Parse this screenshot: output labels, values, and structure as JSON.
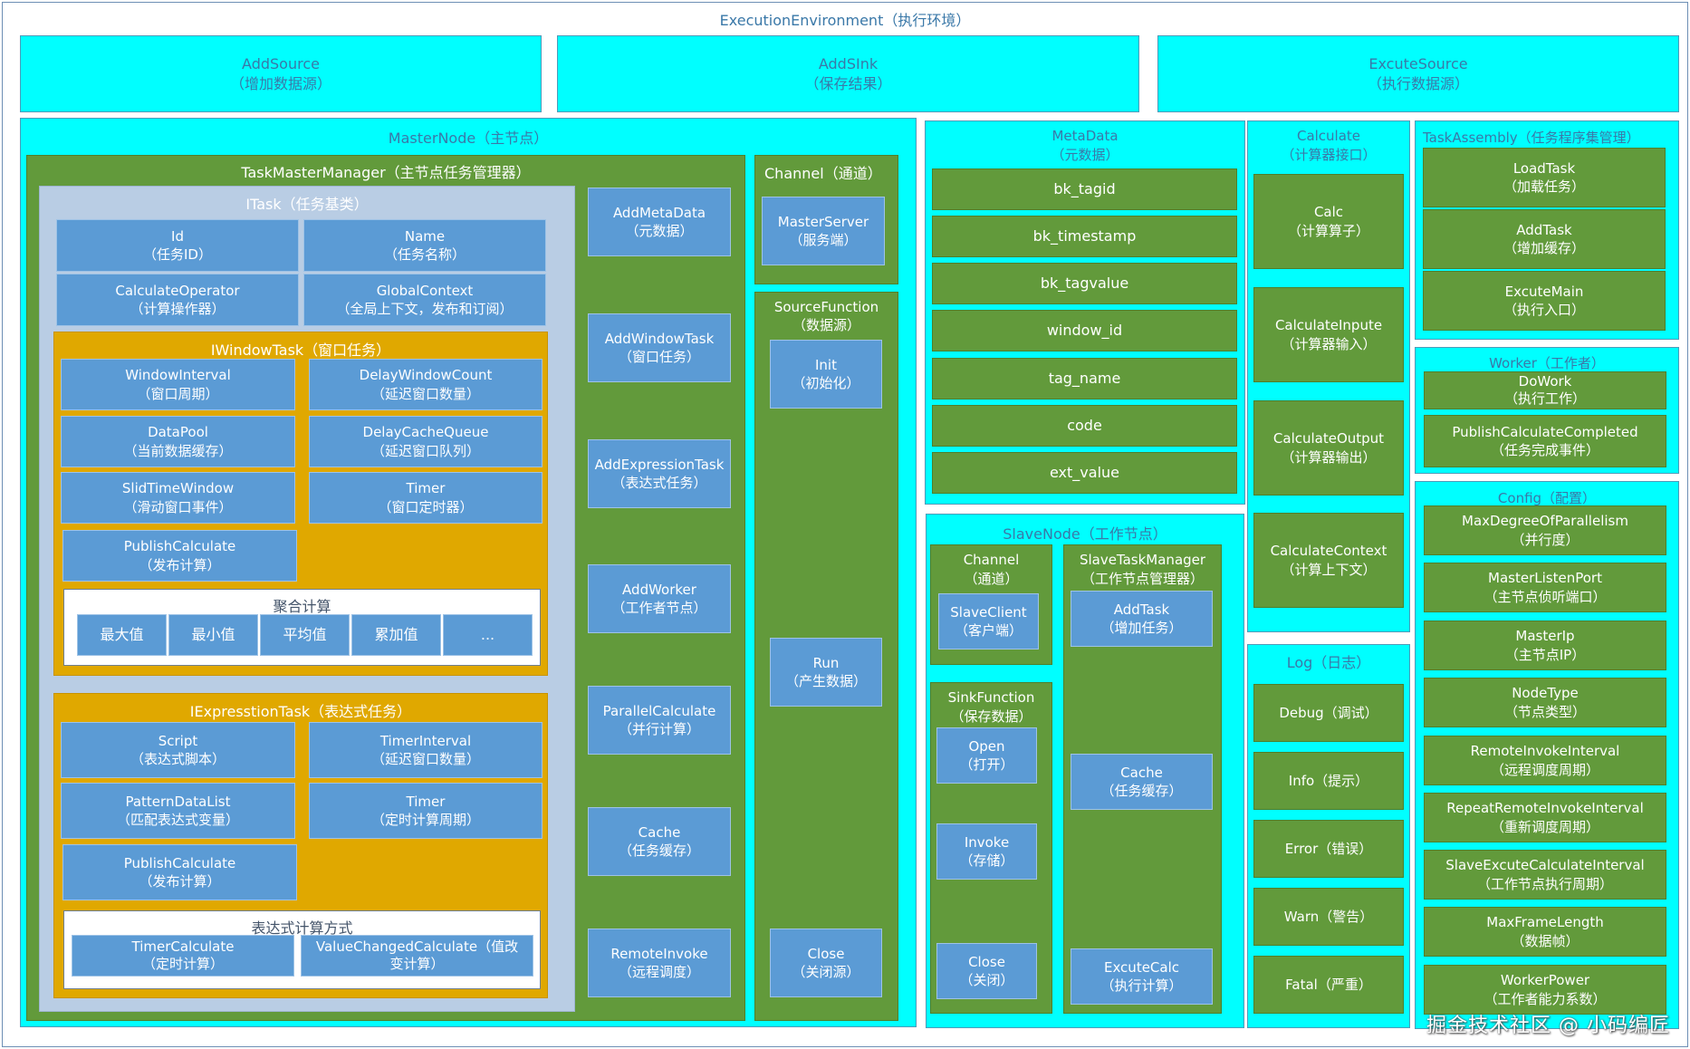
{
  "env_title": "ExecutionEnvironment（执行环境）",
  "top": {
    "add_source": {
      "name": "AddSource",
      "desc": "（增加数据源）"
    },
    "add_sink": {
      "name": "AddSInk",
      "desc": "（保存结果）"
    },
    "excute_source": {
      "name": "ExcuteSource",
      "desc": "（执行数据源）"
    }
  },
  "master": {
    "title": "MasterNode（主节点）",
    "manager_title": "TaskMasterManager（主节点任务管理器）",
    "itask": {
      "title": "ITask（任务基类）",
      "fields": [
        {
          "name": "Id",
          "desc": "（任务ID）"
        },
        {
          "name": "Name",
          "desc": "（任务名称）"
        },
        {
          "name": "CalculateOperator",
          "desc": "（计算操作器）"
        },
        {
          "name": "GlobalContext",
          "desc": "（全局上下文，发布和订阅）"
        }
      ]
    },
    "window_task": {
      "title": "IWindowTask（窗口任务）",
      "fields": [
        {
          "name": "WindowInterval",
          "desc": "（窗口周期）"
        },
        {
          "name": "DelayWindowCount",
          "desc": "（延迟窗口数量）"
        },
        {
          "name": "DataPool",
          "desc": "（当前数据缓存）"
        },
        {
          "name": "DelayCacheQueue",
          "desc": "（延迟窗口队列）"
        },
        {
          "name": "SlidTimeWindow",
          "desc": "（滑动窗口事件）"
        },
        {
          "name": "Timer",
          "desc": "（窗口定时器）"
        },
        {
          "name": "PublishCalculate",
          "desc": "（发布计算）"
        }
      ],
      "agg_title": "聚合计算",
      "agg_items": [
        "最大值",
        "最小值",
        "平均值",
        "累加值",
        "..."
      ]
    },
    "expr_task": {
      "title": "IExpresstionTask（表达式任务）",
      "fields": [
        {
          "name": "Script",
          "desc": "（表达式脚本）"
        },
        {
          "name": "TimerInterval",
          "desc": "（延迟窗口数量）"
        },
        {
          "name": "PatternDataList",
          "desc": "（匹配表达式变量）"
        },
        {
          "name": "Timer",
          "desc": "（定时计算周期）"
        },
        {
          "name": "PublishCalculate",
          "desc": "（发布计算）"
        }
      ],
      "mode_title": "表达式计算方式",
      "modes": [
        {
          "name": "TimerCalculate",
          "desc": "（定时计算）"
        },
        {
          "name": "ValueChangedCalculate（值改",
          "desc": "变计算）"
        }
      ]
    },
    "methods": [
      {
        "name": "AddMetaData",
        "desc": "（元数据）"
      },
      {
        "name": "AddWindowTask",
        "desc": "（窗口任务）"
      },
      {
        "name": "AddExpressionTask",
        "desc": "（表达式任务）"
      },
      {
        "name": "AddWorker",
        "desc": "（工作者节点）"
      },
      {
        "name": "ParallelCalculate",
        "desc": "（并行计算）"
      },
      {
        "name": "Cache",
        "desc": "（任务缓存）"
      },
      {
        "name": "RemoteInvoke",
        "desc": "（远程调度）"
      }
    ],
    "channel": {
      "title": "Channel（通道）",
      "server": {
        "name": "MasterServer",
        "desc": "（服务端）"
      }
    },
    "source_function": {
      "title": "SourceFunction",
      "subtitle": "（数据源）",
      "methods": [
        {
          "name": "Init",
          "desc": "（初始化）"
        },
        {
          "name": "Run",
          "desc": "（产生数据）"
        },
        {
          "name": "Close",
          "desc": "（关闭源）"
        }
      ]
    }
  },
  "metadata": {
    "title": "MetaData",
    "subtitle": "（元数据）",
    "fields": [
      "bk_tagid",
      "bk_timestamp",
      "bk_tagvalue",
      "window_id",
      "tag_name",
      "code",
      "ext_value"
    ]
  },
  "calculate": {
    "title": "Calculate",
    "subtitle": "（计算器接口）",
    "items": [
      {
        "name": "Calc",
        "desc": "（计算算子）"
      },
      {
        "name": "CalculateInpute",
        "desc": "（计算器输入）"
      },
      {
        "name": "CalculateOutput",
        "desc": "（计算器输出）"
      },
      {
        "name": "CalculateContext",
        "desc": "（计算上下文）"
      }
    ]
  },
  "slave": {
    "title": "SlaveNode（工作节点）",
    "channel": {
      "title": "Channel",
      "subtitle": "（通道）",
      "client": {
        "name": "SlaveClient",
        "desc": "（客户端）"
      }
    },
    "sink_function": {
      "title": "SinkFunction",
      "subtitle": "（保存数据）",
      "methods": [
        {
          "name": "Open",
          "desc": "（打开）"
        },
        {
          "name": "Invoke",
          "desc": "（存储）"
        },
        {
          "name": "Close",
          "desc": "（关闭）"
        }
      ]
    },
    "manager": {
      "title": "SlaveTaskManager",
      "subtitle": "（工作节点管理器）",
      "methods": [
        {
          "name": "AddTask",
          "desc": "（增加任务）"
        },
        {
          "name": "Cache",
          "desc": "（任务缓存）"
        },
        {
          "name": "ExcuteCalc",
          "desc": "（执行计算）"
        }
      ]
    }
  },
  "log": {
    "title": "Log（日志）",
    "levels": [
      "Debug（调试）",
      "Info（提示）",
      "Error（错误）",
      "Warn（警告）",
      "Fatal（严重）"
    ]
  },
  "task_assembly": {
    "title": "TaskAssembly（任务程序集管理）",
    "items": [
      {
        "name": "LoadTask",
        "desc": "（加载任务）"
      },
      {
        "name": "AddTask",
        "desc": "（增加缓存）"
      },
      {
        "name": "ExcuteMain",
        "desc": "（执行入口）"
      }
    ]
  },
  "worker": {
    "title": "Worker（工作者）",
    "items": [
      {
        "name": "DoWork",
        "desc": "（执行工作）"
      },
      {
        "name": "PublishCalculateCompleted",
        "desc": "（任务完成事件）"
      }
    ]
  },
  "config": {
    "title": "Config（配置）",
    "items": [
      {
        "name": "MaxDegreeOfParallelism",
        "desc": "（并行度）"
      },
      {
        "name": "MasterListenPort",
        "desc": "（主节点侦听端口）"
      },
      {
        "name": "MasterIp",
        "desc": "（主节点IP）"
      },
      {
        "name": "NodeType",
        "desc": "（节点类型）"
      },
      {
        "name": "RemoteInvokeInterval",
        "desc": "（远程调度周期）"
      },
      {
        "name": "RepeatRemoteInvokeInterval",
        "desc": "（重新调度周期）"
      },
      {
        "name": "SlaveExcuteCalculateInterval",
        "desc": "（工作节点执行周期）"
      },
      {
        "name": "MaxFrameLength",
        "desc": "（数据帧）"
      },
      {
        "name": "WorkerPower",
        "desc": "（工作者能力系数）"
      }
    ]
  },
  "watermark": "掘金技术社区 @ 小码编匠",
  "colors": {
    "cyan": "#00ffff",
    "green": "#629a3b",
    "blue": "#5b9bd5",
    "gold": "#e0a800",
    "light_blue": "#b9cde4"
  }
}
